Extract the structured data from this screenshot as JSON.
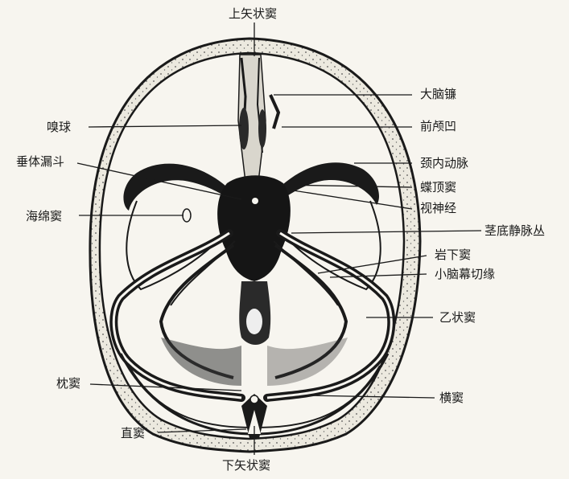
{
  "labels": {
    "superior_sagittal_sinus": "上矢状窦",
    "falx_cerebri": "大脑镰",
    "olfactory_bulb": "嗅球",
    "anterior_cranial_fossa": "前颅凹",
    "pituitary_infundibulum": "垂体漏斗",
    "internal_carotid": "颈内动脉",
    "sphenoparietal_sinus": "蝶顶窦",
    "cavernous_sinus": "海绵窦",
    "optic_nerve": "视神经",
    "basilar_plexus": "茎底静脉丛",
    "inferior_petrosal_sinus": "岩下窦",
    "tentorial_notch": "小脑幕切缘",
    "sigmoid_sinus": "乙状窦",
    "occipital_sinus": "枕窦",
    "transverse_sinus": "横窦",
    "straight_sinus": "直窦",
    "inferior_sagittal_sinus": "下矢状窦"
  },
  "colors": {
    "ink": "#1a1a1a",
    "paper": "#f7f5ef",
    "bone": "#e9e6dc"
  }
}
